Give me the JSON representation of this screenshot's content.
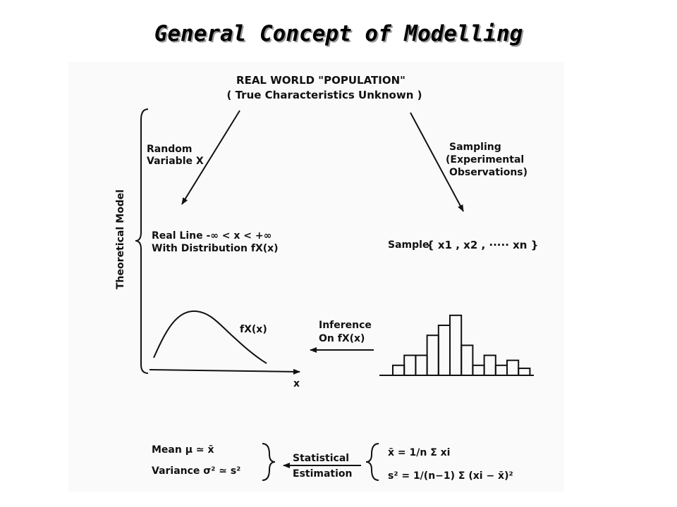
{
  "title": "General Concept of Modelling",
  "diagram": {
    "population": {
      "line1": "REAL WORLD \"POPULATION\"",
      "line2": "( True Characteristics Unknown )"
    },
    "left_arrow_label": [
      "Random",
      "Variable X"
    ],
    "right_arrow_label": [
      "Sampling",
      "(Experimental",
      "Observations)"
    ],
    "side_label": "Theoretical Model",
    "real_line": [
      "Real Line  -∞ < x < +∞",
      "With Distribution  fX(x)"
    ],
    "sample_label": "Sample",
    "sample_set": "{ x1 , x2 , ····· xn }",
    "curve_label": "fX(x)",
    "axis_label": "x",
    "inference": [
      "Inference",
      "On fX(x)"
    ],
    "histogram_values": [
      1,
      2,
      2,
      4,
      5,
      6,
      3,
      1,
      2,
      1,
      1.5,
      0.7
    ],
    "estimates": [
      "Mean  μ ≃ x̄",
      "Variance  σ² ≃ s²"
    ],
    "statistical_estimation": [
      "Statistical",
      "Estimation"
    ],
    "formulas": [
      "x̄  =  1/n  Σ xi",
      "s²  =  1/(n−1)  Σ (xi − x̄)²"
    ]
  }
}
